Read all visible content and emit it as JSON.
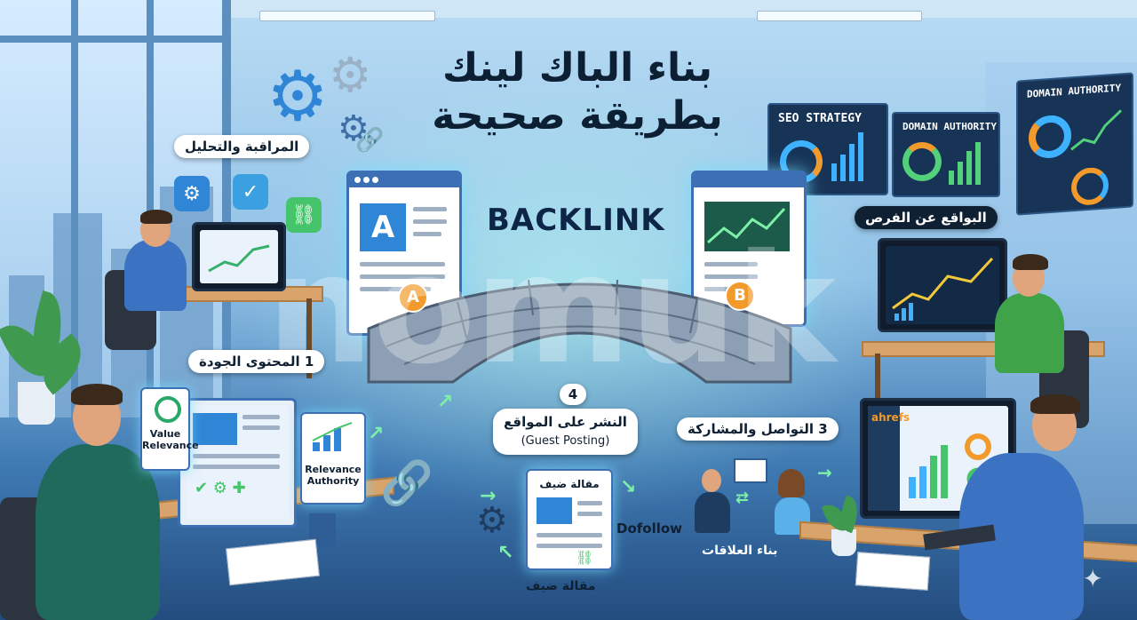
{
  "title": {
    "line1": "بناء الباك لينك",
    "line2": "بطريقة صحيحة"
  },
  "center": {
    "backlink": "BACKLINK",
    "site_a": "A",
    "site_b": "B"
  },
  "labels": {
    "monitoring": "المراقبة والتحليل",
    "opportunities": "البواقع عن الفرص",
    "content": "1 المحتوى الجودة",
    "step_number": "4",
    "publishing_line1": "النشر على المواقع",
    "publishing_line2": "(Guest Posting)",
    "outreach": "3 التواصل والمشاركة",
    "relationships": "بناء العلاقات",
    "dofollow": "Dofollow",
    "guest_article_bottom": "مقالة ضيف"
  },
  "cards": {
    "value_relevance": "Value\nRelevance",
    "relevance_authority": "Relevance\nAuthority",
    "guest_article": "مقالة ضيف"
  },
  "wall_panels": {
    "seo_strategy": "SEO STRATEGY",
    "domain_authority_1": "DOMAIN AUTHORITY",
    "domain_authority_2": "DOMAIN AUTHORITY"
  },
  "screen_brand": "ahrefs",
  "watermark": "nomuk",
  "colors": {
    "accent": "#f39a2c",
    "glow": "#7df0a8",
    "navy": "#0f2033"
  }
}
